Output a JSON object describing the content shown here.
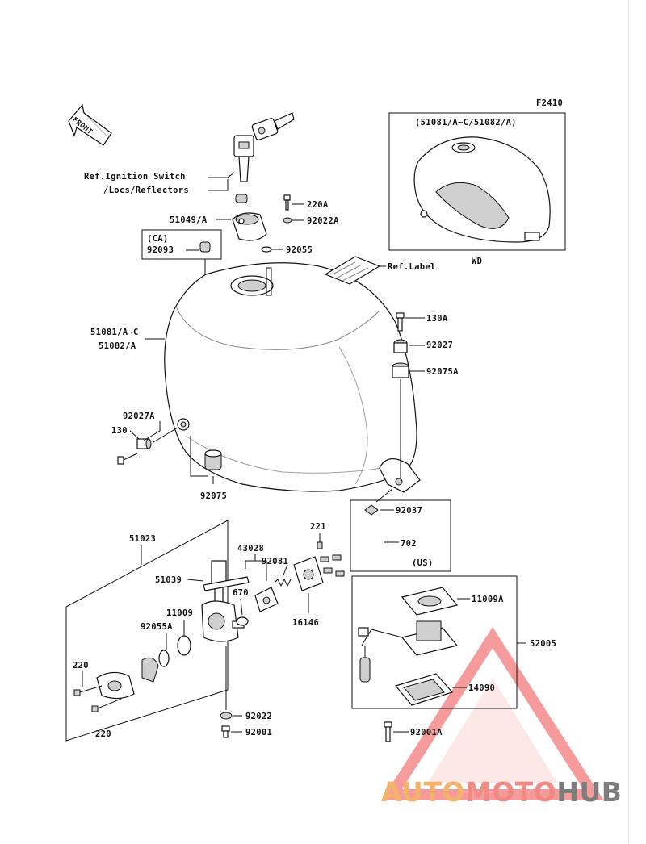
{
  "figure_code": "F2410",
  "direction_marker": "FRONT",
  "labels": {
    "ref_ignition_1": "Ref.Ignition Switch",
    "ref_ignition_2": "/Locs/Reflectors",
    "p220a": "220A",
    "p51049": "51049/A",
    "p92022a": "92022A",
    "ca_title": "(CA)",
    "p92093": "92093",
    "p92055": "92055",
    "ref_label": "Ref.Label",
    "p51081_1": "51081/A~C",
    "p51081_2": "51082/A",
    "p130a": "130A",
    "p92027": "92027",
    "p92075a": "92075A",
    "p92027a": "92027A",
    "p130": "130",
    "p92075": "92075",
    "p92037": "92037",
    "p702": "702",
    "us": "(US)",
    "p51023": "51023",
    "p221": "221",
    "p43028": "43028",
    "p92081": "92081",
    "p51039": "51039",
    "p670": "670",
    "p16146": "16146",
    "p11009": "11009",
    "p92055a": "92055A",
    "p11009a": "11009A",
    "p52005": "52005",
    "p14090": "14090",
    "p220": "220",
    "p220b": "220",
    "p92022": "92022",
    "p92001": "92001",
    "p92001a": "92001A",
    "inset_title": "(51081/A~C/51082/A)",
    "inset_wd": "WD"
  },
  "watermark": {
    "part1": "AUTO",
    "part2": "MOTO",
    "part3": "HUB",
    "colors": [
      "#f4b26b",
      "#f08a84",
      "#7c7c7c"
    ]
  }
}
